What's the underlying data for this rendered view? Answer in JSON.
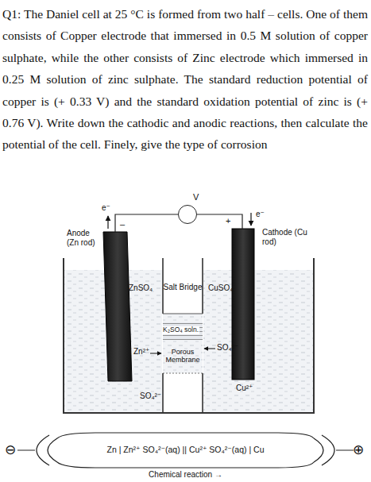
{
  "diagram": {
    "nodes": [
      {
        "text": [
          "ZnSO₄",
          "Zn²⁺",
          "SO₄²⁻"
        ]
      },
      {
        "text": [
          "Salt Bridge",
          "K₂SO₄ soln.",
          "Porous Membrane"
        ]
      },
      {
        "text": [
          "CuSO₄",
          "SO₄²⁻",
          "Cu²⁺"
        ]
      },
      {
        "text": [
          "V"
        ]
      }
    ],
    "labels": [
      "Q1: The Daniel cell at 25 °C is formed from two half – cells. One of them consists of Copper electrode that immersed in 0.5 M solution of copper sulphate, while the other consists of Zinc electrode which immersed in 0.25 M solution of zinc sulphate. The standard reduction potential of copper is (+ 0.33 V) and the standard oxidation potential of zinc is (+ 0.76 V). Write down the cathodic and anodic reactions, then calculate the potential of the cell. Finely, give the type of corrosion",
      "e⁻",
      "–",
      "Anode (Zn rod)",
      "+",
      "e⁻",
      "Cathode (Cu rod)",
      "Zn | Zn²⁺ SO₄²⁻(aq) || Cu²⁺ SO₄²⁻(aq) | Cu",
      "Chemical reaction →",
      "⊖",
      "⊕"
    ]
  }
}
